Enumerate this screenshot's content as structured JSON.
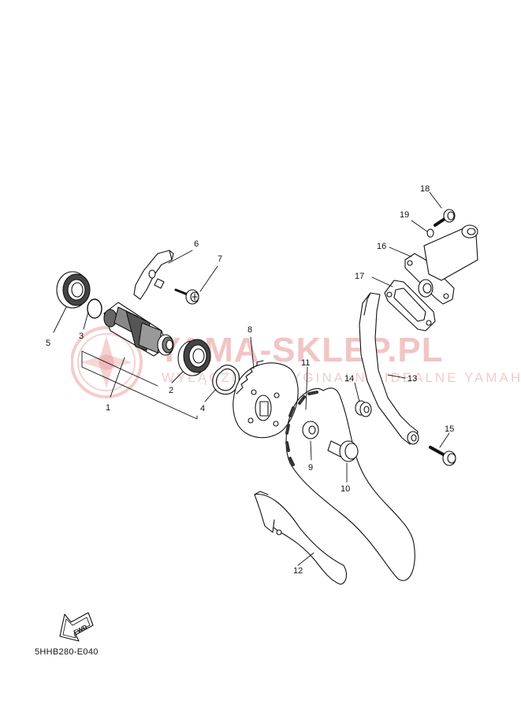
{
  "watermark": {
    "title": "YAMA-SKLEP.PL",
    "subtitle": "WYŁĄCZNIE ORYGINALNE IDEALNE YAMAHA"
  },
  "diagram_code": "5HHB280-E040",
  "fwd_label": "FWD",
  "part_numbers": [
    "1",
    "2",
    "3",
    "4",
    "5",
    "6",
    "7",
    "8",
    "9",
    "10",
    "11",
    "12",
    "13",
    "14",
    "15",
    "16",
    "17",
    "18",
    "19"
  ]
}
